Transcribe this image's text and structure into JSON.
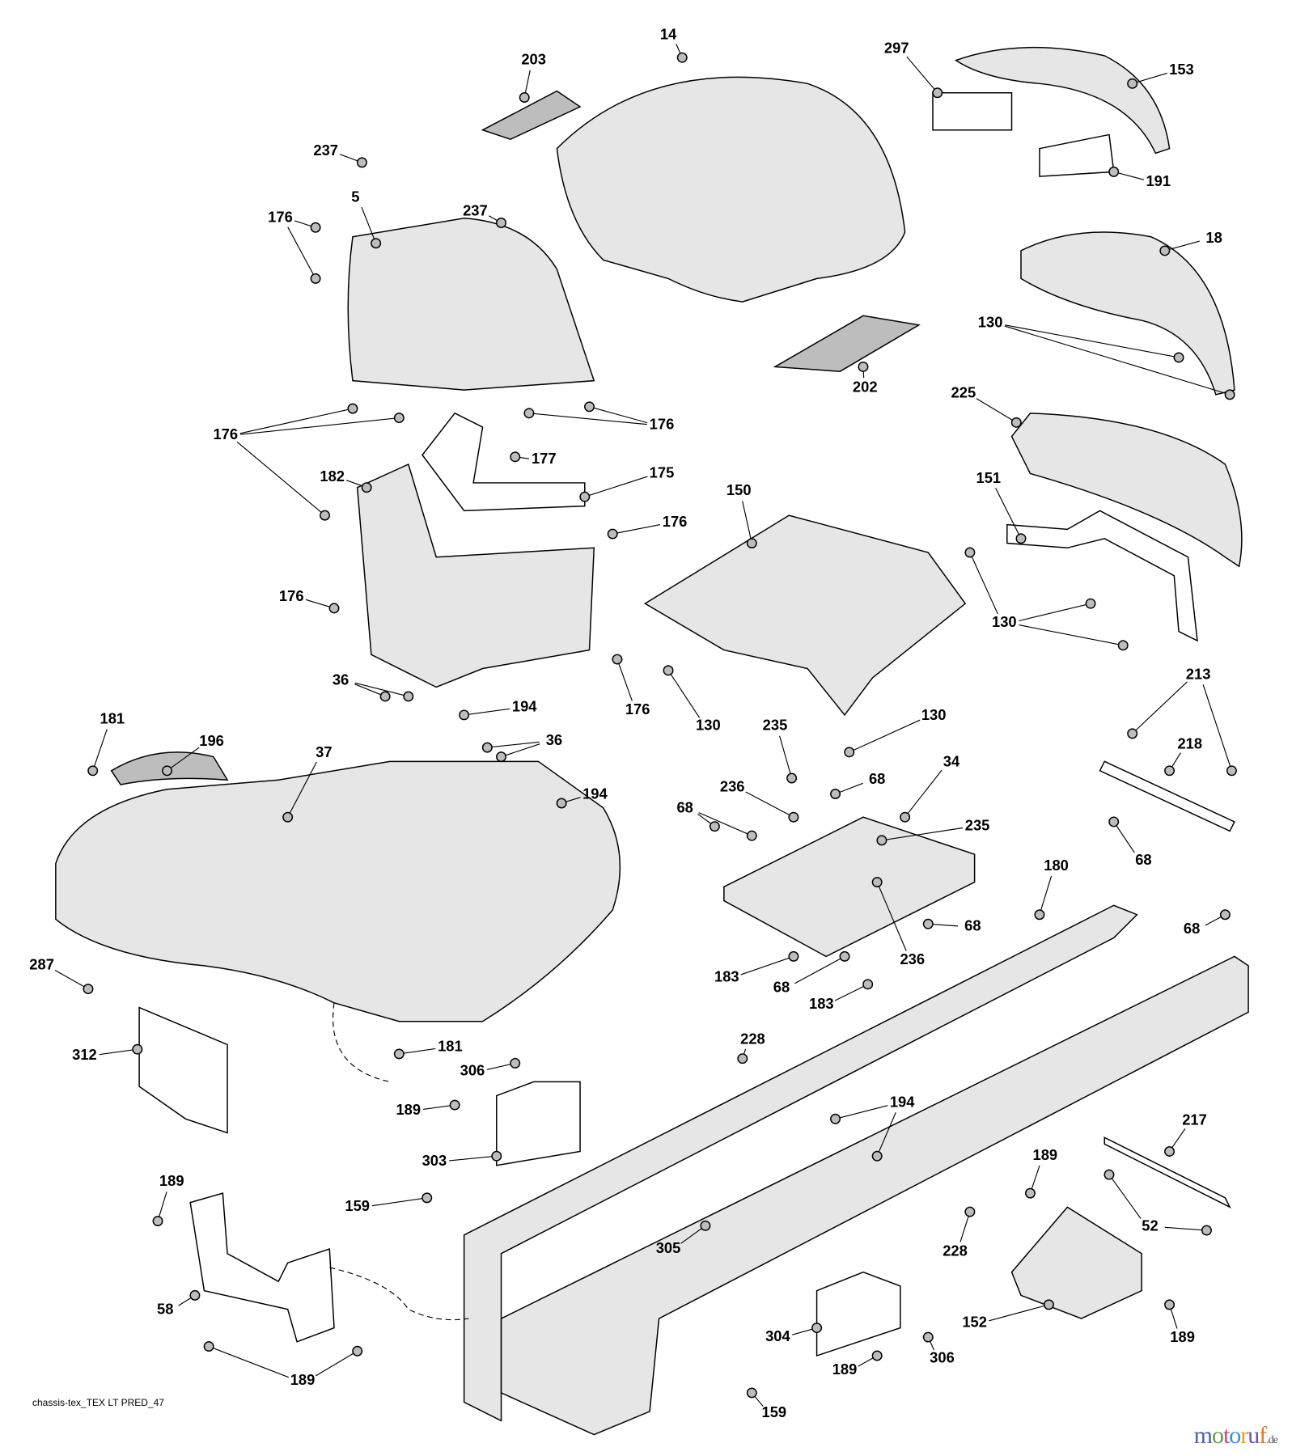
{
  "diagram": {
    "caption": "chassis-tex_TEX LT PRED_47",
    "watermark": "motoruf.de",
    "callouts": [
      "14",
      "203",
      "297",
      "153",
      "237",
      "191",
      "5",
      "237",
      "176",
      "18",
      "130",
      "202",
      "225",
      "176",
      "176",
      "177",
      "182",
      "175",
      "151",
      "150",
      "176",
      "176",
      "130",
      "130",
      "176",
      "36",
      "194",
      "36",
      "181",
      "196",
      "37",
      "235",
      "130",
      "213",
      "218",
      "34",
      "194",
      "236",
      "68",
      "68",
      "235",
      "68",
      "180",
      "68",
      "236",
      "287",
      "183",
      "68",
      "68",
      "183",
      "312",
      "228",
      "181",
      "306",
      "194",
      "189",
      "217",
      "303",
      "189",
      "189",
      "159",
      "52",
      "305",
      "228",
      "58",
      "304",
      "152",
      "189",
      "306",
      "189",
      "189",
      "159"
    ]
  }
}
